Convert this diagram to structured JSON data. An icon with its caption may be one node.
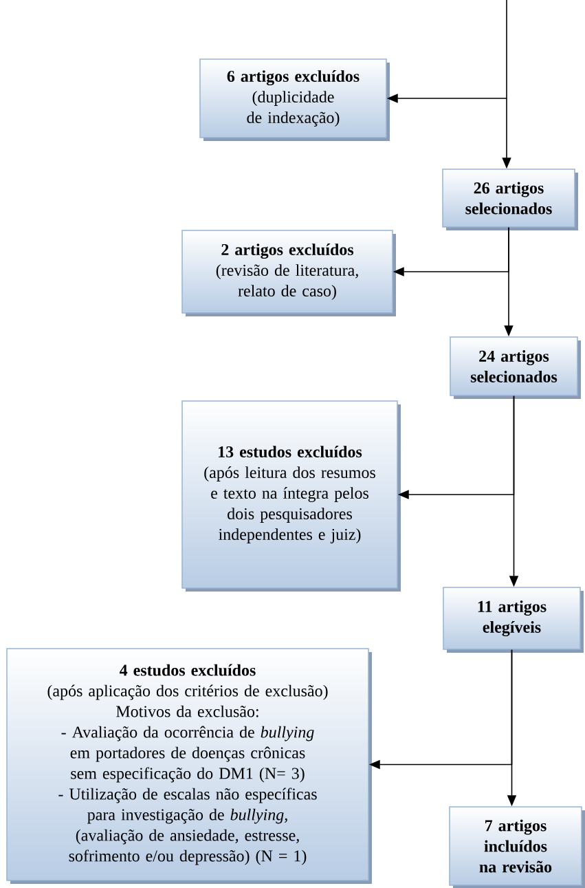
{
  "diagram": {
    "nodes": [
      {
        "text": [
          "6 artigos excluídos",
          "(duplicidade de indexação)"
        ]
      },
      {
        "text": [
          "26 artigos selecionados"
        ]
      },
      {
        "text": [
          "2 artigos excluídos",
          "(revisão de literatura, relato de caso)"
        ]
      },
      {
        "text": [
          "24 artigos selecionados"
        ]
      },
      {
        "text": [
          "13 estudos excluídos",
          "(após leitura dos resumos e texto na íntegra pelos dois pesquisadores independentes e juiz)"
        ]
      },
      {
        "text": [
          "11 artigos elegíveis"
        ]
      },
      {
        "text": [
          "4 estudos excluídos",
          "(após aplicação dos critérios de exclusão)",
          "Motivos da exclusão:",
          "- Avaliação da ocorrência de *bullying* em portadores de doenças crônicas sem especificação do DM1 (N= 3)",
          "- Utilização de escalas não específicas para investigação de *bullying*, (avaliação de ansiedade, estresse, sofrimento e/ou depressão) (N = 1)"
        ]
      },
      {
        "text": [
          "7 artigos incluídos na revisão"
        ]
      }
    ],
    "edges": [
      {
        "from": null,
        "to": 1,
        "arrow": "to"
      },
      {
        "from": null,
        "to": 0,
        "arrow": "to"
      },
      {
        "from": 1,
        "to": 3,
        "arrow": "to"
      },
      {
        "from": 1,
        "to": 2,
        "arrow": "to"
      },
      {
        "from": 3,
        "to": 5,
        "arrow": "to"
      },
      {
        "from": 3,
        "to": 4,
        "arrow": "to"
      },
      {
        "from": 5,
        "to": 7,
        "arrow": "to"
      },
      {
        "from": 5,
        "to": 6,
        "arrow": "to"
      }
    ]
  }
}
